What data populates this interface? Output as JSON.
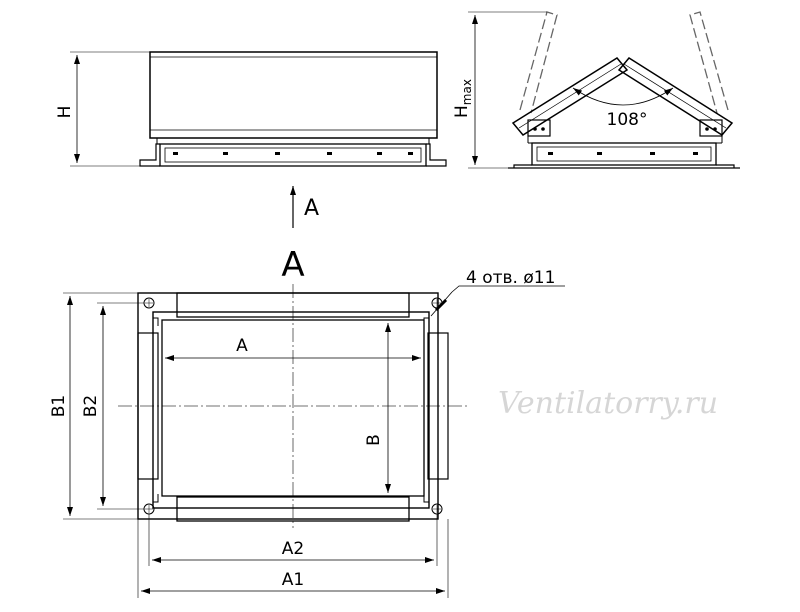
{
  "labels": {
    "dim_h": "H",
    "dim_hmax_main": "H",
    "dim_hmax_sub": "max",
    "angle": "108°",
    "view_arrow": "A",
    "view_title": "A",
    "holes_note": "4 отв. ø11",
    "dim_a": "A",
    "dim_b": "B",
    "dim_b1": "B1",
    "dim_b2": "B2",
    "dim_a1": "A1",
    "dim_a2": "A2",
    "watermark": "Ventilatorry.ru"
  }
}
